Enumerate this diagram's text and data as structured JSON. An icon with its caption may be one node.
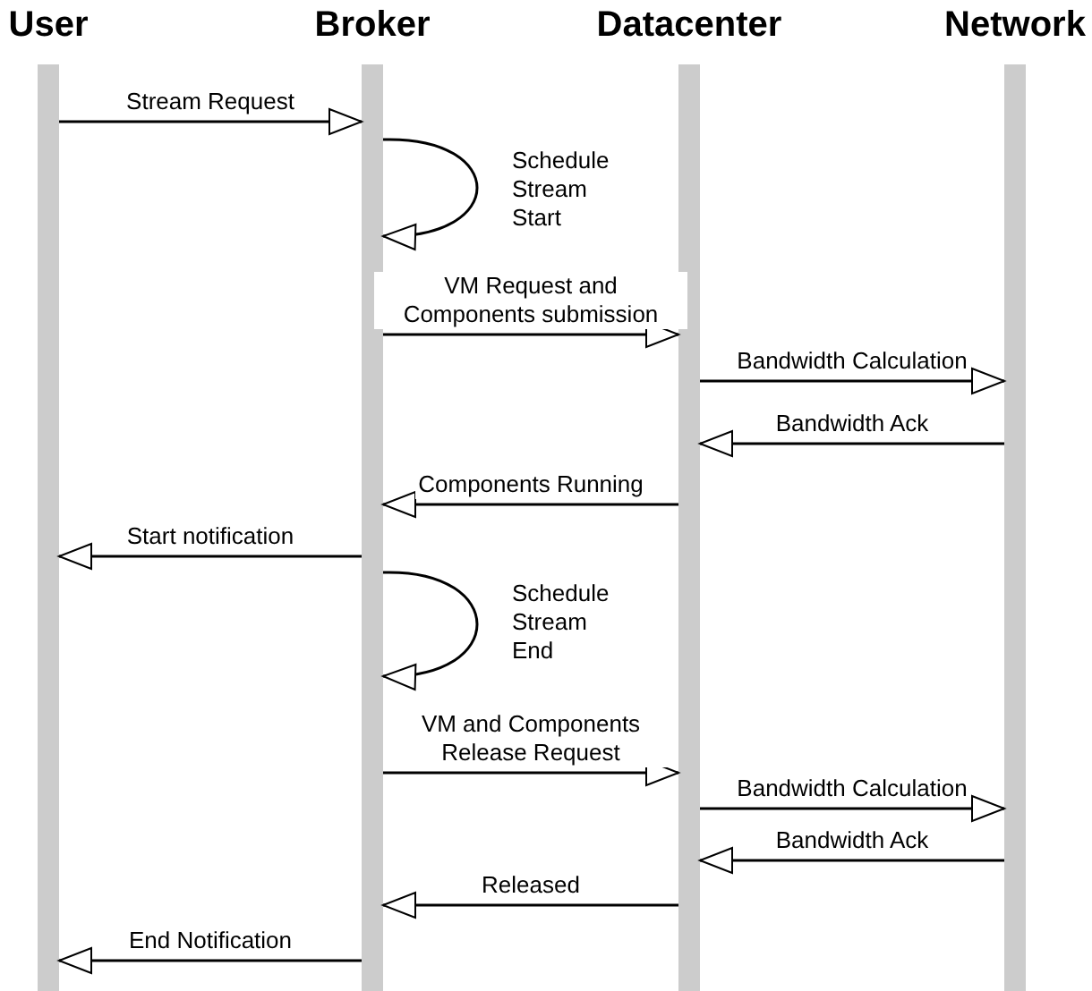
{
  "diagram": {
    "nodes": [
      {
        "text": [
          "User"
        ]
      },
      {
        "text": [
          "Broker"
        ]
      },
      {
        "text": [
          "Datacenter"
        ]
      },
      {
        "text": [
          "Network"
        ]
      }
    ],
    "edges": [
      {
        "from": 0,
        "to": 1,
        "arrow": "to",
        "label": "Stream Request"
      },
      {
        "from": 1,
        "to": 1,
        "arrow": "to",
        "label": "Schedule Stream Start"
      },
      {
        "from": 1,
        "to": 2,
        "arrow": "to",
        "label": "VM Request and Components submission"
      },
      {
        "from": 2,
        "to": 3,
        "arrow": "to",
        "label": "Bandwidth Calculation"
      },
      {
        "from": 3,
        "to": 2,
        "arrow": "to",
        "label": "Bandwidth Ack"
      },
      {
        "from": 2,
        "to": 1,
        "arrow": "to",
        "label": "Components Running"
      },
      {
        "from": 1,
        "to": 0,
        "arrow": "to",
        "label": "Start notification"
      },
      {
        "from": 1,
        "to": 1,
        "arrow": "to",
        "label": "Schedule Stream End"
      },
      {
        "from": 1,
        "to": 2,
        "arrow": "to",
        "label": "VM and Components Release Request"
      },
      {
        "from": 2,
        "to": 3,
        "arrow": "to",
        "label": "Bandwidth Calculation"
      },
      {
        "from": 3,
        "to": 2,
        "arrow": "to",
        "label": "Bandwidth Ack"
      },
      {
        "from": 2,
        "to": 1,
        "arrow": "to",
        "label": "Released"
      },
      {
        "from": 1,
        "to": 0,
        "arrow": "to",
        "label": "End Notification"
      }
    ]
  }
}
